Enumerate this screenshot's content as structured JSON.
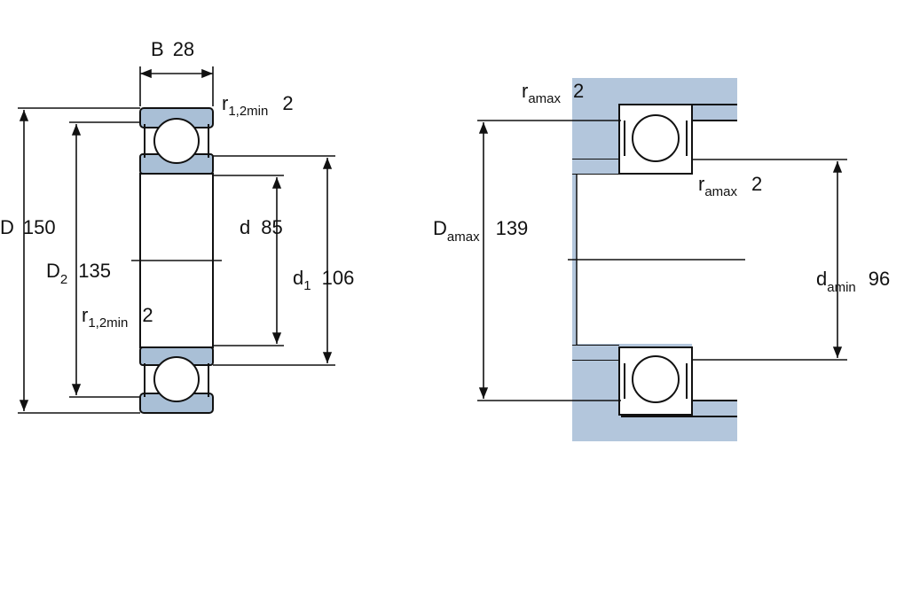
{
  "colors": {
    "ring_fill": "#a9bfd6",
    "housing_fill": "#b3c6dc",
    "outline": "#111111",
    "background": "#ffffff"
  },
  "bearing_view": {
    "B": {
      "symbol": "B",
      "value": "28"
    },
    "r12min_top": {
      "symbol": "r",
      "sub": "1,2min",
      "value": "2"
    },
    "r12min_bottom": {
      "symbol": "r",
      "sub": "1,2min",
      "value": "2"
    },
    "D": {
      "symbol": "D",
      "value": "150"
    },
    "D2": {
      "symbol": "D",
      "sub": "2",
      "value": "135"
    },
    "d": {
      "symbol": "d",
      "value": "85"
    },
    "d1": {
      "symbol": "d",
      "sub": "1",
      "value": "106"
    }
  },
  "mounting_view": {
    "ramax_top": {
      "symbol": "r",
      "sub": "amax",
      "value": "2"
    },
    "ramax_inner": {
      "symbol": "r",
      "sub": "amax",
      "value": "2"
    },
    "Damax": {
      "symbol": "D",
      "sub": "amax",
      "value": "139"
    },
    "damin": {
      "symbol": "d",
      "sub": "amin",
      "value": "96"
    }
  }
}
